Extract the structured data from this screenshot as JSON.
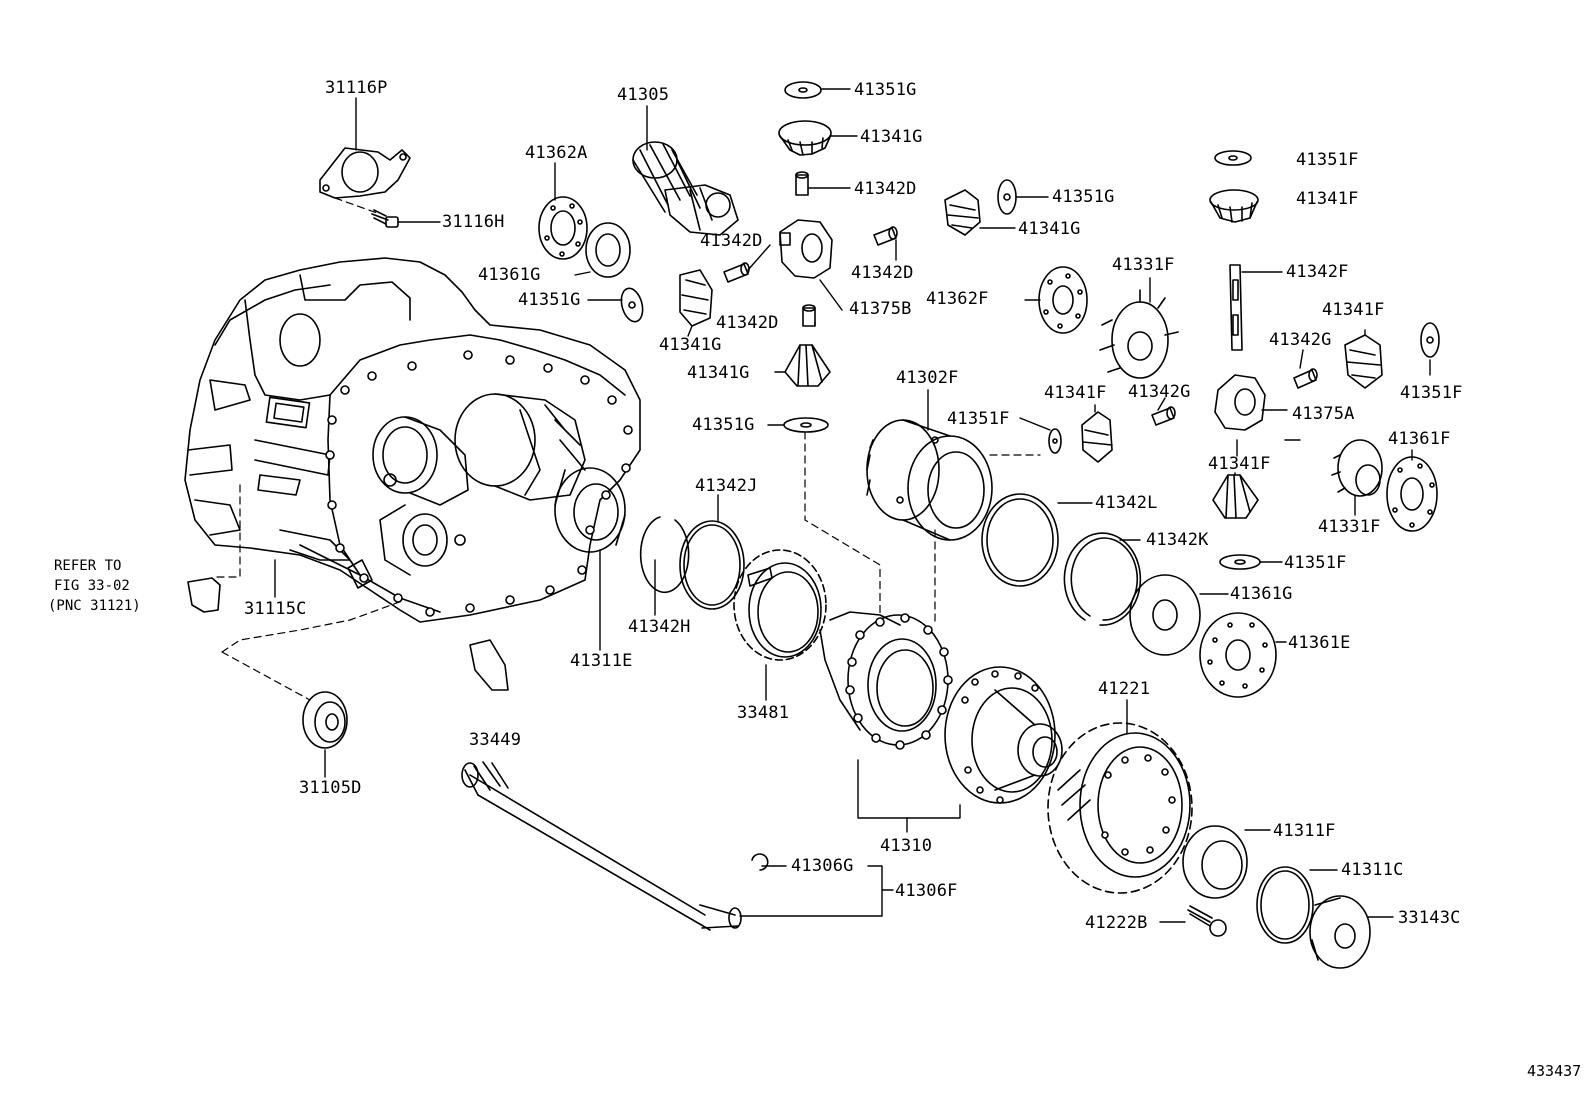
{
  "diagram": {
    "figure_id": "433437",
    "refer_note": [
      "REFER TO",
      "FIG 33-02",
      "(PNC 31121)"
    ],
    "callouts": {
      "p31116P": "31116P",
      "p41305": "41305",
      "p41351G_top": "41351G",
      "p41341G_top": "41341G",
      "p41362A": "41362A",
      "p31116H": "31116H",
      "p41342D_a": "41342D",
      "p41351G_b": "41351G",
      "p41341G_b": "41341G",
      "p41351F_a": "41351F",
      "p41341F_a": "41341F",
      "p41361G_a": "41361G",
      "p41342D_b": "41342D",
      "p41342D_c": "41342D",
      "p41351G_c": "41351G",
      "p41375B": "41375B",
      "p41362F": "41362F",
      "p41331F_a": "41331F",
      "p41342F": "41342F",
      "p41341F_b": "41341F",
      "p41341G_c": "41341G",
      "p41342D_d": "41342D",
      "p41342G_a": "41342G",
      "p41351F_b": "41351F",
      "p41341G_d": "41341G",
      "p41302F": "41302F",
      "p41341F_c": "41341F",
      "p41342G_b": "41342G",
      "p41375A": "41375A",
      "p41351G_d": "41351G",
      "p41351F_c": "41351F",
      "p41361F": "41361F",
      "p41342J": "41342J",
      "p41341F_d": "41341F",
      "p41342L": "41342L",
      "p41331F_b": "41331F",
      "p41342K": "41342K",
      "p41351F_d": "41351F",
      "p31115C": "31115C",
      "p41361G_b": "41361G",
      "p41342H": "41342H",
      "p41361E": "41361E",
      "p41311E": "41311E",
      "p33481": "33481",
      "p33449": "33449",
      "p41221": "41221",
      "p31105D": "31105D",
      "p41310": "41310",
      "p41311F": "41311F",
      "p41306G": "41306G",
      "p41311C": "41311C",
      "p41306F": "41306F",
      "p41222B": "41222B",
      "p33143C": "33143C"
    }
  }
}
